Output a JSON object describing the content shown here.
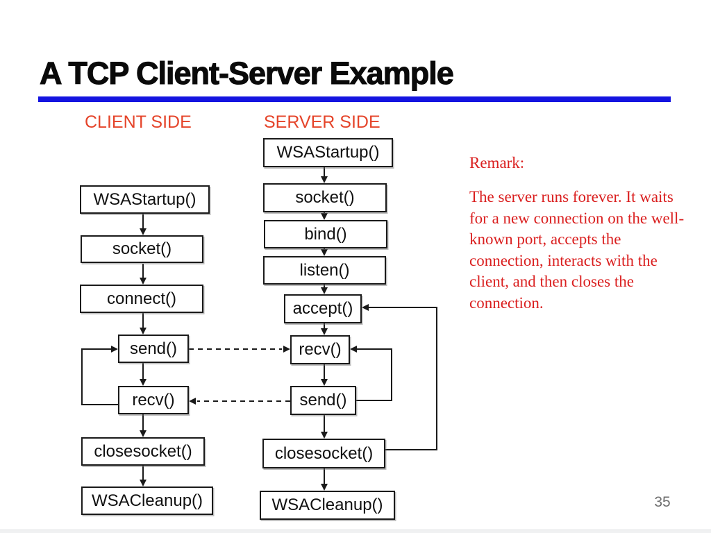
{
  "colors": {
    "accent-blue": "#1414e0",
    "header-color": "#e5442a",
    "remark-color": "#da1f1f"
  },
  "slide": {
    "title": "A TCP Client-Server Example",
    "page_number": "35"
  },
  "diagram": {
    "client": {
      "header": "CLIENT SIDE",
      "boxes": [
        "WSAStartup()",
        "socket()",
        "connect()",
        "send()",
        "recv()",
        "closesocket()",
        "WSACleanup()"
      ]
    },
    "server": {
      "header": "SERVER SIDE",
      "boxes": [
        "WSAStartup()",
        "socket()",
        "bind()",
        "listen()",
        "accept()",
        "recv()",
        "send()",
        "closesocket()",
        "WSACleanup()"
      ]
    },
    "connections": [
      {
        "from": "client.WSAStartup()",
        "to": "client.socket()",
        "style": "solid-arrow"
      },
      {
        "from": "client.socket()",
        "to": "client.connect()",
        "style": "solid-arrow"
      },
      {
        "from": "client.connect()",
        "to": "client.send()",
        "style": "solid-arrow"
      },
      {
        "from": "client.send()",
        "to": "client.recv()",
        "style": "solid-arrow"
      },
      {
        "from": "client.recv()",
        "to": "client.closesocket()",
        "style": "solid-arrow"
      },
      {
        "from": "client.closesocket()",
        "to": "client.WSACleanup()",
        "style": "solid-arrow"
      },
      {
        "from": "client.recv()",
        "to": "client.send()",
        "style": "loop-left-arrow"
      },
      {
        "from": "server.WSAStartup()",
        "to": "server.socket()",
        "style": "solid-arrow"
      },
      {
        "from": "server.socket()",
        "to": "server.bind()",
        "style": "solid-arrow"
      },
      {
        "from": "server.bind()",
        "to": "server.listen()",
        "style": "solid-arrow"
      },
      {
        "from": "server.listen()",
        "to": "server.accept()",
        "style": "solid-arrow"
      },
      {
        "from": "server.accept()",
        "to": "server.recv()",
        "style": "solid-arrow"
      },
      {
        "from": "server.recv()",
        "to": "server.send()",
        "style": "solid-arrow"
      },
      {
        "from": "server.send()",
        "to": "server.closesocket()",
        "style": "solid-arrow"
      },
      {
        "from": "server.closesocket()",
        "to": "server.WSACleanup()",
        "style": "solid-arrow"
      },
      {
        "from": "server.send()",
        "to": "server.recv()",
        "style": "loop-right-arrow"
      },
      {
        "from": "server.closesocket()",
        "to": "server.accept()",
        "style": "loop-right-arrow"
      },
      {
        "from": "client.send()",
        "to": "server.recv()",
        "style": "dashed-arrow"
      },
      {
        "from": "server.send()",
        "to": "client.recv()",
        "style": "dashed-arrow"
      }
    ]
  },
  "remark": {
    "heading": "Remark:",
    "body": "The server runs forever. It waits for a new connection on the well-known port, accepts the connection, interacts with the client, and then closes the connection."
  }
}
